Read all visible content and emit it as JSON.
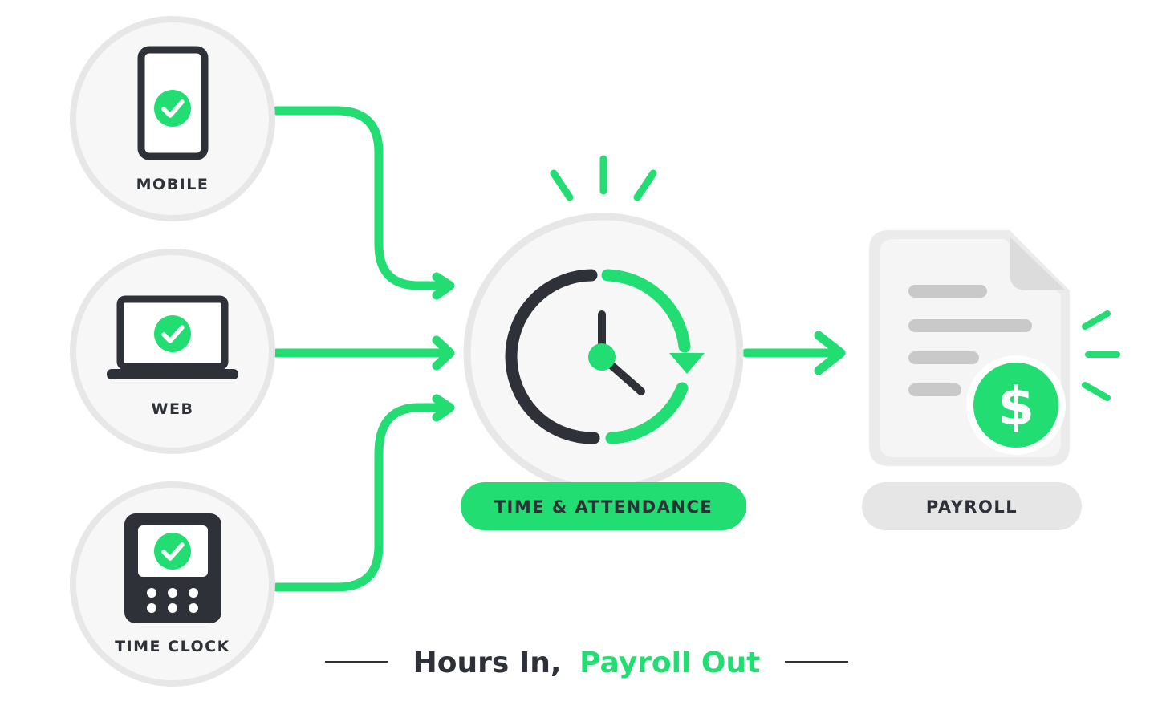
{
  "sources": [
    {
      "label": "MOBILE",
      "icon": "smartphone-icon"
    },
    {
      "label": "WEB",
      "icon": "laptop-icon"
    },
    {
      "label": "TIME CLOCK",
      "icon": "time-clock-terminal-icon"
    }
  ],
  "hub": {
    "label": "TIME & ATTENDANCE",
    "icon": "clock-sync-icon"
  },
  "destination": {
    "label": "PAYROLL",
    "icon": "payroll-document-icon",
    "badge_icon": "dollar-icon"
  },
  "tagline": {
    "part1": "Hours In,",
    "part2": "Payroll Out"
  },
  "colors": {
    "accent": "#22dd72",
    "dark": "#2e3238",
    "circle_fill": "#f7f7f7",
    "circle_ring": "#e7e7e7",
    "gray_pill": "#e6e6e6",
    "doc_lines": "#c9c9c9"
  }
}
